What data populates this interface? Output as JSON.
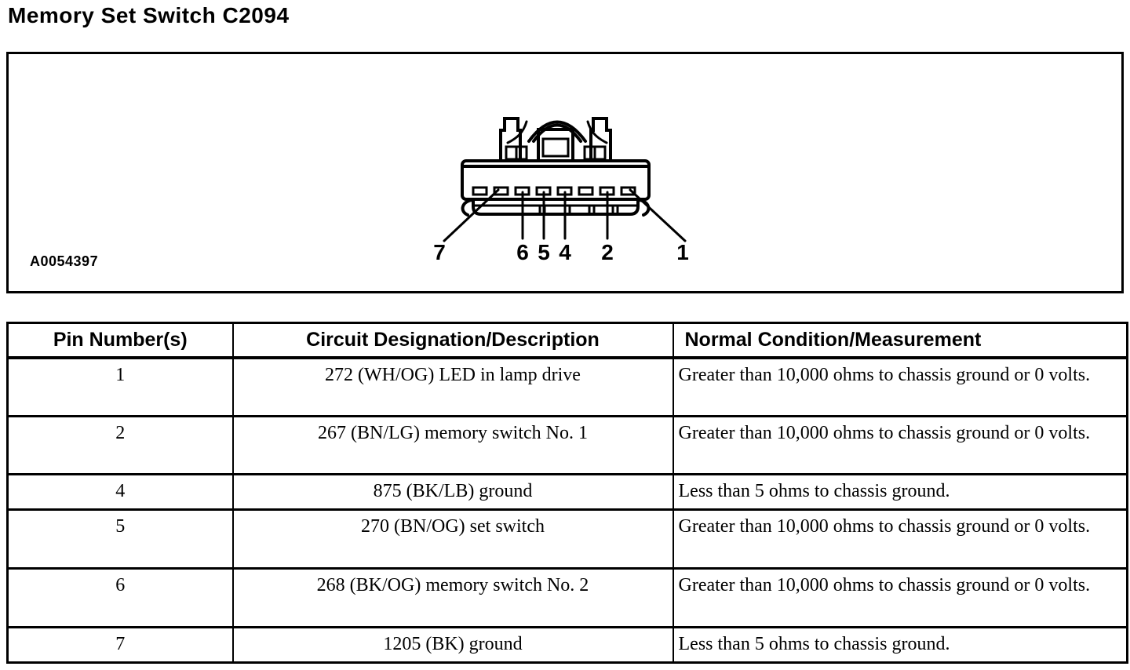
{
  "page": {
    "title": "Memory Set Switch C2094"
  },
  "diagram": {
    "figure_label": "A0054397",
    "subject": "memory-set-switch-connector-face-view",
    "callouts": [
      "7",
      "6",
      "5",
      "4",
      "2",
      "1"
    ]
  },
  "table": {
    "headers": [
      "Pin Number(s)",
      "Circuit Designation/Description",
      "Normal Condition/Measurement"
    ],
    "rows": [
      {
        "pin": "1",
        "circuit": "272 (WH/OG) LED in lamp drive",
        "condition": "Greater than 10,000 ohms to chassis ground or 0 volts."
      },
      {
        "pin": "2",
        "circuit": "267 (BN/LG) memory switch No. 1",
        "condition": "Greater than 10,000 ohms to chassis ground or 0 volts."
      },
      {
        "pin": "4",
        "circuit": "875 (BK/LB) ground",
        "condition": "Less than 5 ohms to chassis ground."
      },
      {
        "pin": "5",
        "circuit": "270 (BN/OG) set switch",
        "condition": "Greater than 10,000 ohms to chassis ground or 0 volts."
      },
      {
        "pin": "6",
        "circuit": "268 (BK/OG) memory switch No. 2",
        "condition": "Greater than 10,000 ohms to chassis ground or 0 volts."
      },
      {
        "pin": "7",
        "circuit": "1205 (BK) ground",
        "condition": "Less than 5 ohms to chassis ground."
      }
    ]
  }
}
